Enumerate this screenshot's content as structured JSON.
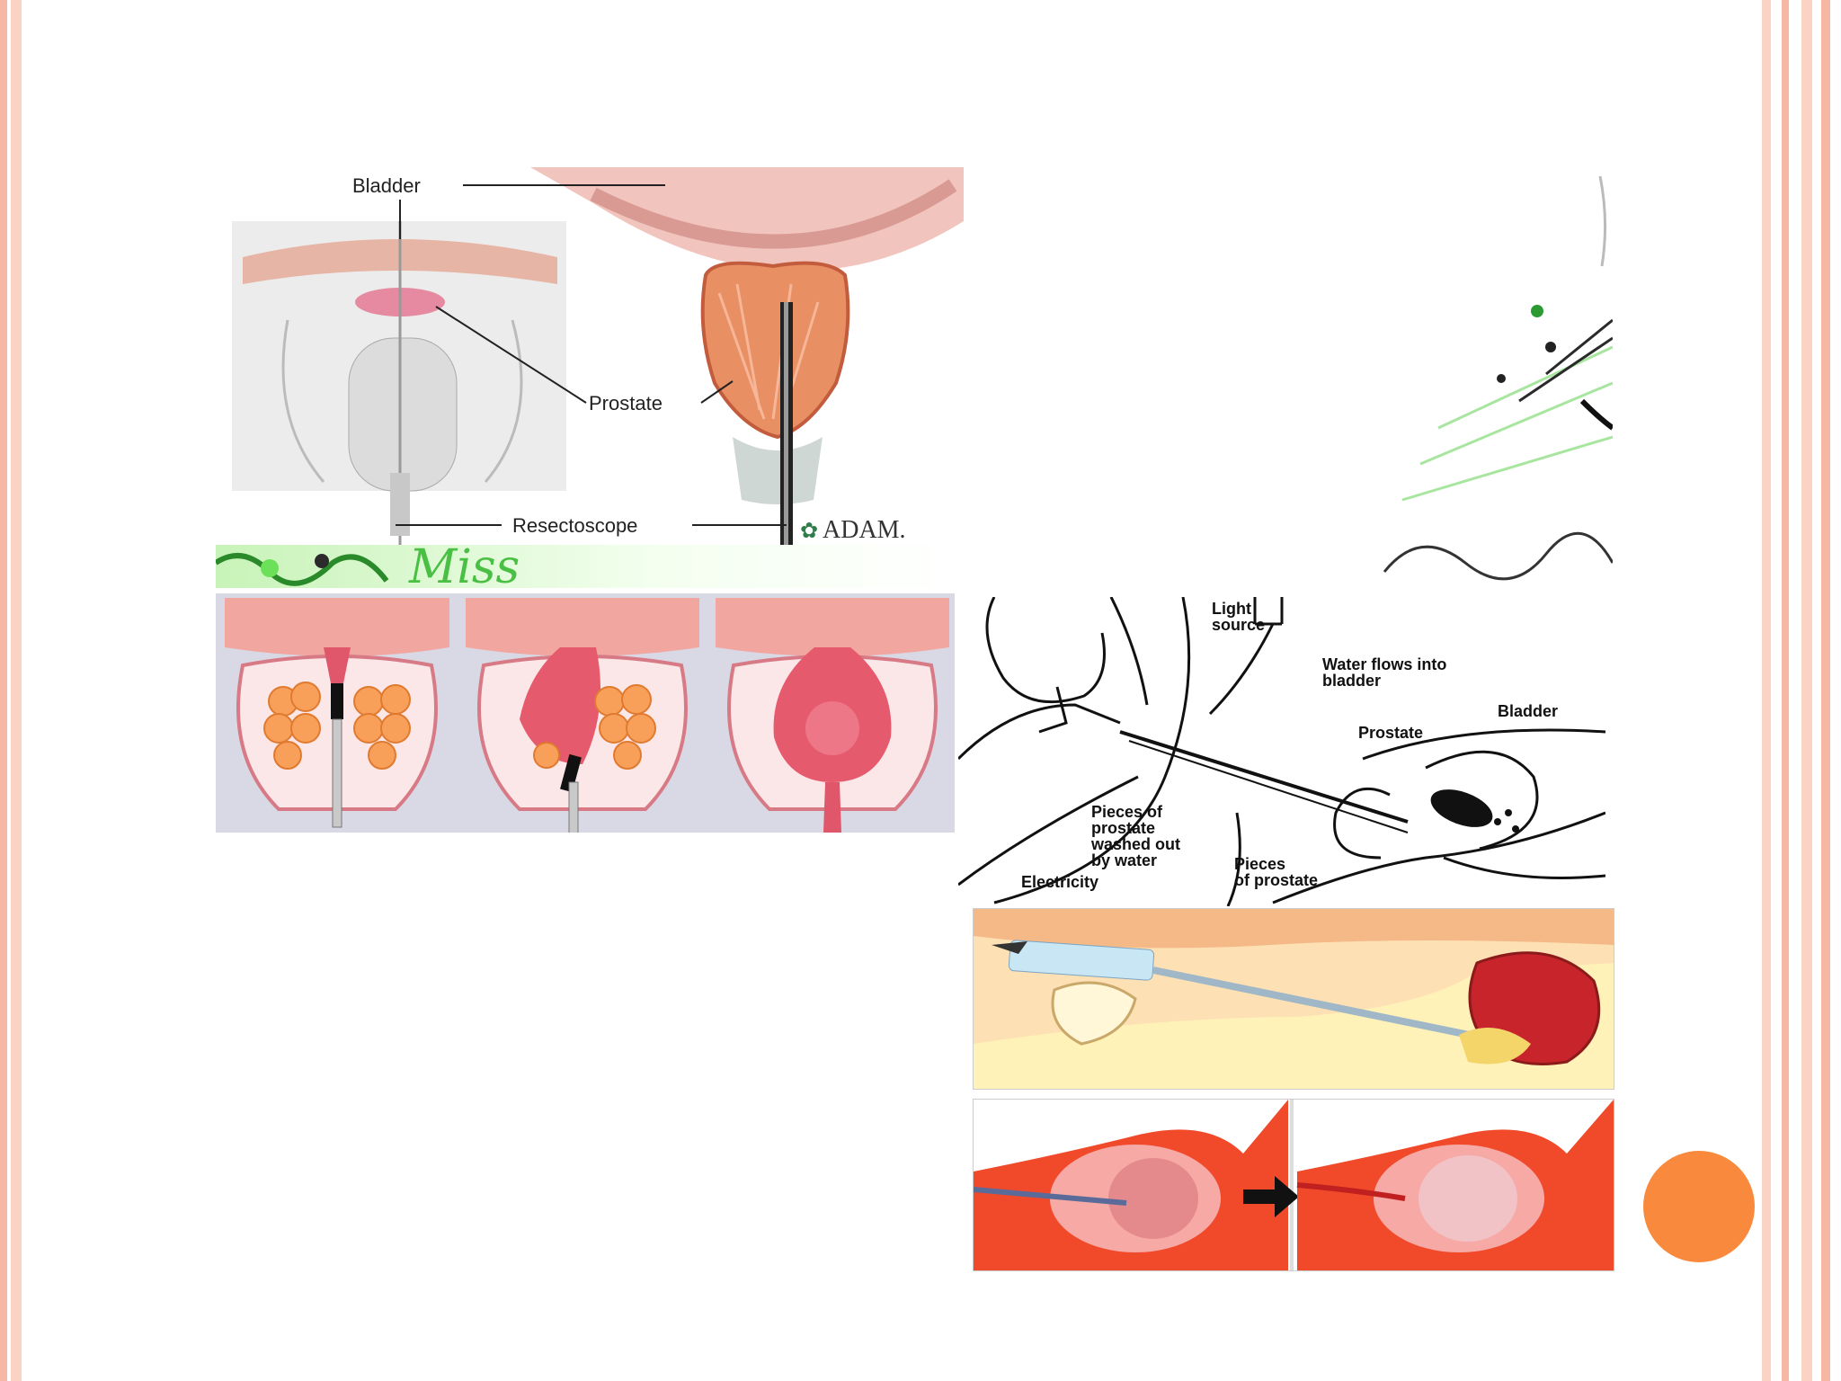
{
  "anatomy": {
    "bladder_label": "Bladder",
    "prostate_label": "Prostate",
    "resectoscope_label": "Resectoscope",
    "brand": "ADAM."
  },
  "strip": {
    "handwriting": "Miss"
  },
  "procedure": {
    "light_source": [
      "Light",
      "source"
    ],
    "water_flows": [
      "Water flows into",
      "bladder"
    ],
    "bladder": "Bladder",
    "prostate": "Prostate",
    "pieces_washed": [
      "Pieces of",
      "prostate",
      "washed out",
      "by water"
    ],
    "electricity": "Electricity",
    "pieces_prostate": [
      "Pieces",
      "of prostate"
    ]
  },
  "colors": {
    "accent": "#f98a3d",
    "border": "#f6b8a4"
  }
}
